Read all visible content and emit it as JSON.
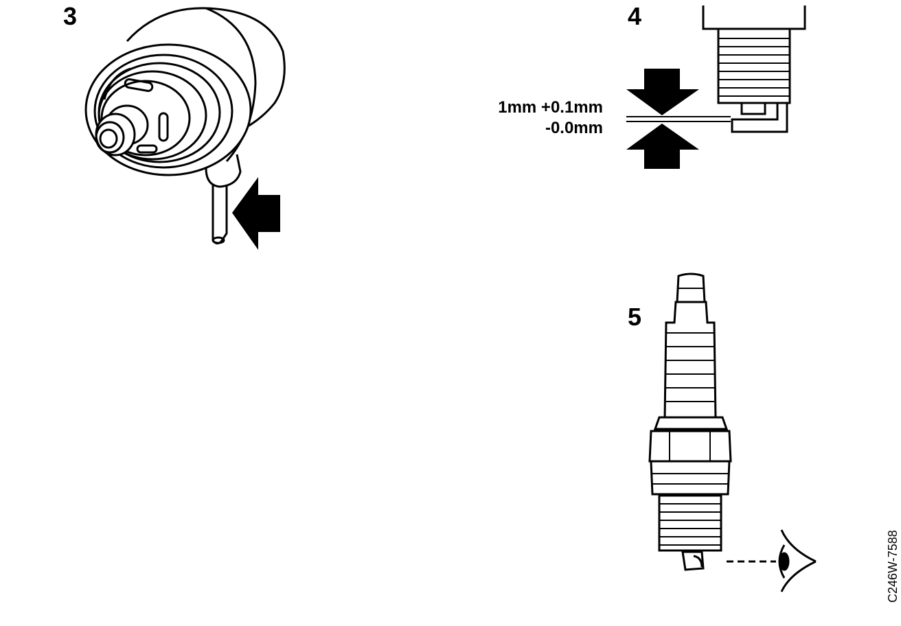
{
  "steps": {
    "step3": {
      "number": "3"
    },
    "step4": {
      "number": "4",
      "gap_line1": "1mm +0.1mm",
      "gap_line2": "-0.0mm"
    },
    "step5": {
      "number": "5"
    }
  },
  "figure_code": "C246W-7588",
  "colors": {
    "ink": "#000000",
    "paper": "#ffffff"
  },
  "icons": [
    "pressure-regulator",
    "arrow-icon",
    "spark-plug",
    "eye-icon"
  ]
}
